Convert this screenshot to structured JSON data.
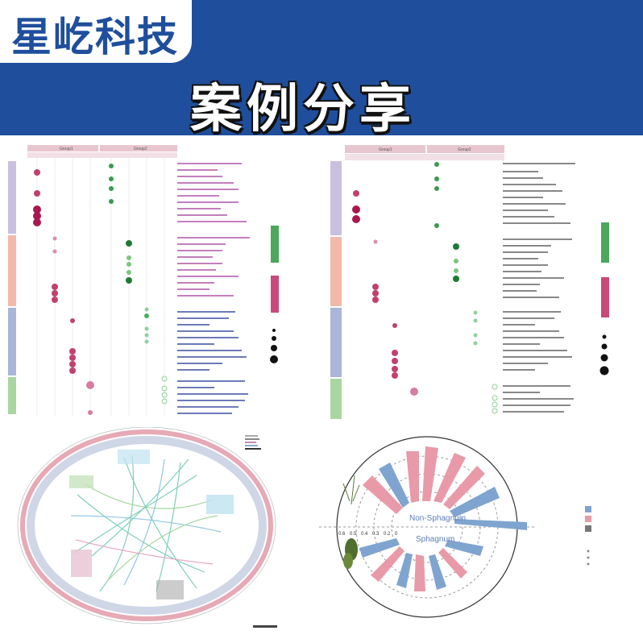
{
  "header": {
    "logo_text": "星屹科技",
    "banner_title": "案例分享",
    "colors": {
      "banner_bg": "#1f4f9c",
      "logo_text": "#1f4f9c",
      "title_fill": "#ffffff"
    }
  },
  "panels": {
    "dotplot_left": {
      "group_labels": [
        "Group1",
        "Group2"
      ]
    },
    "dotplot_right": {
      "group_labels": [
        "Group1",
        "Group2"
      ]
    },
    "radial_chart": {
      "center_top": "Non-Sphagnum",
      "center_bottom": "Sphagnum",
      "scale_labels": [
        "0.6",
        "0.5",
        "0.4",
        "0.3",
        "0.2",
        "0"
      ]
    }
  }
}
